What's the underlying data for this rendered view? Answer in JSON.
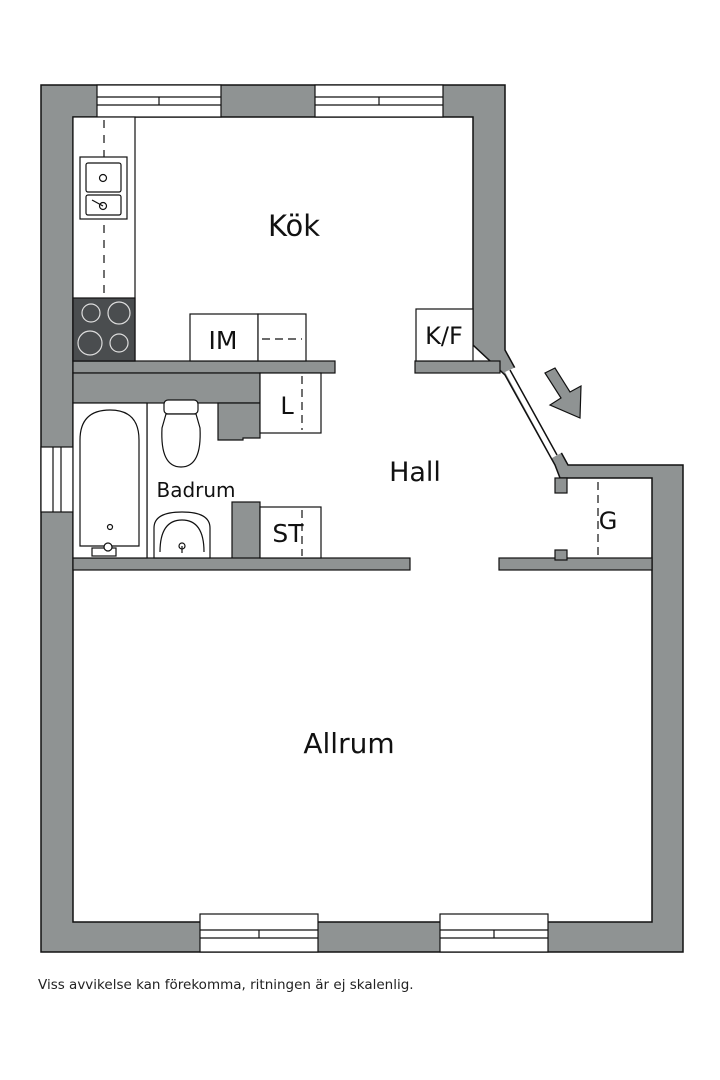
{
  "rooms": {
    "kok": "Kök",
    "hall": "Hall",
    "badrum": "Badrum",
    "allrum": "Allrum"
  },
  "fixtures": {
    "im": "IM",
    "kf": "K/F",
    "l": "L",
    "st": "ST",
    "g": "G"
  },
  "disclaimer": "Viss avvikelse kan förekomma, ritningen är ej skalenlig.",
  "colors": {
    "wall": "#8f9393",
    "stove": "#4a4d4f",
    "line": "#111111"
  }
}
